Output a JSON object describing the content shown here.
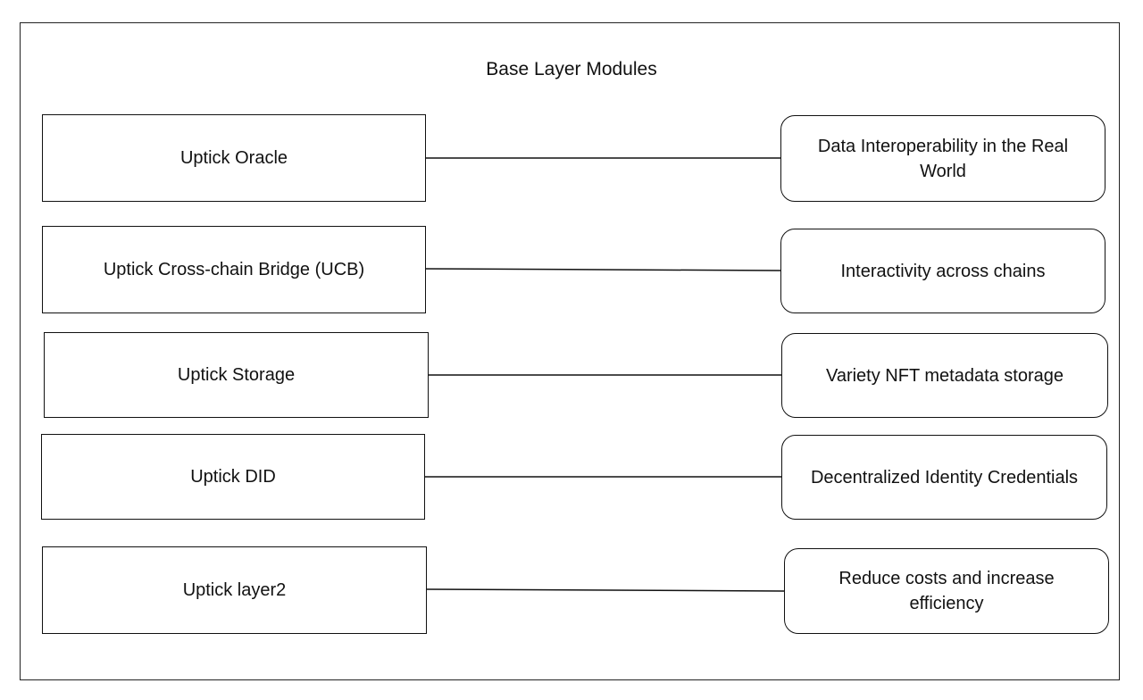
{
  "diagram": {
    "title": "Base Layer Modules",
    "modules": [
      {
        "name": "Uptick Oracle",
        "description": "Data Interoperability in the Real World"
      },
      {
        "name": "Uptick Cross-chain Bridge (UCB)",
        "description": "Interactivity across chains"
      },
      {
        "name": "Uptick Storage",
        "description": "Variety NFT metadata storage"
      },
      {
        "name": "Uptick DID",
        "description": "Decentralized Identity Credentials"
      },
      {
        "name": "Uptick layer2",
        "description": "Reduce costs and increase efficiency"
      }
    ]
  }
}
